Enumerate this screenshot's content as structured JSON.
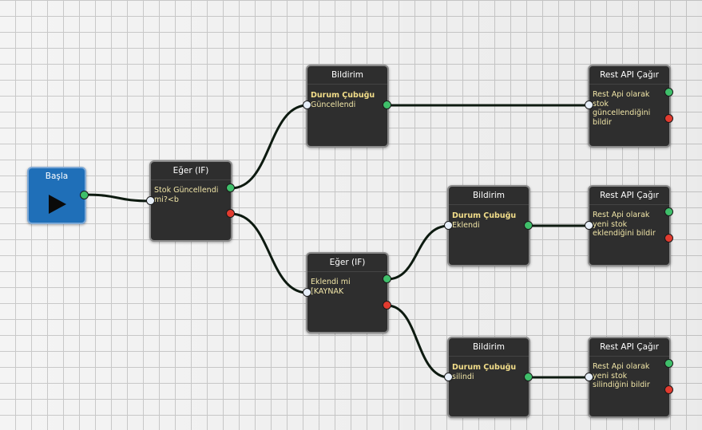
{
  "colors": {
    "start_node": "#1f6fb8",
    "node": "#2e2e2e",
    "success_port": "#3fbf6a",
    "error_port": "#e23b2f",
    "input_port": "#e6eef8",
    "wire": "#0d1a10"
  },
  "nodes": {
    "start": {
      "title": "Başla",
      "icon": "play-icon"
    },
    "if1": {
      "title": "Eğer (IF)",
      "lines": [
        "Stok Güncellendi",
        "mi?<b"
      ]
    },
    "notify1": {
      "title": "Bildirim",
      "strong": "Durum Çubuğu",
      "lines": [
        "Güncellendi"
      ]
    },
    "rest1": {
      "title": "Rest API Çağır",
      "lines": [
        "Rest Api olarak",
        "stok",
        "güncellendiğini",
        "bildir"
      ]
    },
    "if2": {
      "title": "Eğer (IF)",
      "lines": [
        "Eklendi mi",
        "[KAYNAK"
      ]
    },
    "notify2": {
      "title": "Bildirim",
      "strong": "Durum Çubuğu",
      "lines": [
        "Eklendi"
      ]
    },
    "rest2": {
      "title": "Rest API Çağır",
      "lines": [
        "Rest Api olarak",
        "yeni stok",
        "eklendiğini bildir"
      ]
    },
    "notify3": {
      "title": "Bildirim",
      "strong": "Durum Çubuğu",
      "lines": [
        "silindi"
      ]
    },
    "rest3": {
      "title": "Rest API Çağır",
      "lines": [
        "Rest Api olarak",
        "yeni stok",
        "silindiğini bildir"
      ]
    }
  }
}
